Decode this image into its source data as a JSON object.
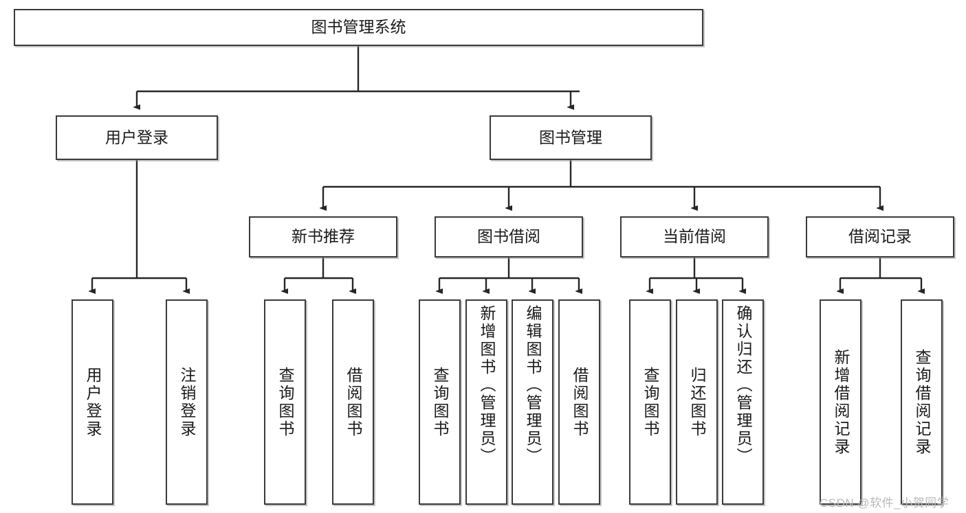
{
  "diagram": {
    "type": "tree-hierarchy",
    "title": "图书管理系统",
    "root": {
      "label": "图书管理系统"
    },
    "level2": [
      {
        "label": "用户登录"
      },
      {
        "label": "图书管理"
      }
    ],
    "level3": [
      {
        "label": "新书推荐"
      },
      {
        "label": "图书借阅"
      },
      {
        "label": "当前借阅"
      },
      {
        "label": "借阅记录"
      }
    ],
    "leaves": {
      "user_login": [
        {
          "label": "用户登录"
        },
        {
          "label": "注销登录"
        }
      ],
      "new_book_recommend": [
        {
          "label": "查询图书"
        },
        {
          "label": "借阅图书"
        }
      ],
      "book_borrow": [
        {
          "label": "查询图书"
        },
        {
          "label": "新增图书（管理员）"
        },
        {
          "label": "编辑图书（管理员）"
        },
        {
          "label": "借阅图书"
        }
      ],
      "current_borrow": [
        {
          "label": "查询图书"
        },
        {
          "label": "归还图书"
        },
        {
          "label": "确认归还（管理员）"
        }
      ],
      "borrow_record": [
        {
          "label": "新增借阅记录"
        },
        {
          "label": "查询借阅记录"
        }
      ]
    },
    "colors": {
      "box_border": "#3a3a3a",
      "box_fill": "#ffffff",
      "edge": "#262626",
      "text": "#1a1a1a",
      "watermark": "#b9b9b9"
    }
  },
  "watermark": {
    "text": "CSDN @软件_小贺同学"
  }
}
